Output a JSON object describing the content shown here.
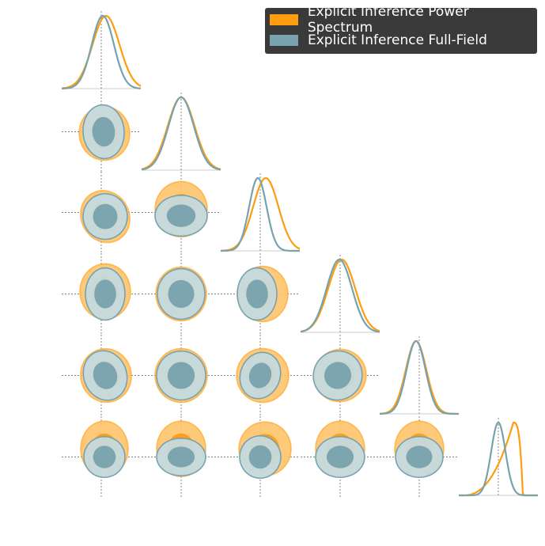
{
  "chart_data": {
    "type": "corner",
    "n_params": 6,
    "parameter_labels": [],
    "truth_lines": true,
    "grid": false,
    "legend_placement": "top-right",
    "series": [
      {
        "name": "Explicit Inference Power Spectrum",
        "color": "#ff9c0f",
        "fill": "#ffc36b"
      },
      {
        "name": "Explicit Inference Full-Field",
        "color": "#78a2ad",
        "fill": "#c5dade"
      }
    ],
    "marginals": [
      {
        "param": 1,
        "ps": {
          "mean": 0.06,
          "sd": 0.17
        },
        "ff": {
          "mean": 0.02,
          "sd": 0.14
        }
      },
      {
        "param": 2,
        "ps": {
          "mean": 0.0,
          "sd": 0.17
        },
        "ff": {
          "mean": 0.0,
          "sd": 0.16
        }
      },
      {
        "param": 3,
        "ps": {
          "mean": 0.07,
          "sd": 0.16
        },
        "ff": {
          "mean": -0.03,
          "sd": 0.11
        }
      },
      {
        "param": 4,
        "ps": {
          "mean": 0.02,
          "sd": 0.17
        },
        "ff": {
          "mean": -0.01,
          "sd": 0.16
        }
      },
      {
        "param": 5,
        "ps": {
          "mean": -0.04,
          "sd": 0.13
        },
        "ff": {
          "mean": -0.04,
          "sd": 0.12
        }
      },
      {
        "param": 6,
        "ps": {
          "shape": "left-skewed",
          "peak": 0.19,
          "low": -0.45,
          "cutoff": 0.31
        },
        "ff": {
          "mean": 0.0,
          "sd": 0.09
        }
      }
    ],
    "contour_pairs": [
      {
        "row": 2,
        "col": 1,
        "ps": {
          "cx": 0.04,
          "cy": -0.02,
          "rx": 0.32,
          "ry": 0.33,
          "rho": -0.15
        },
        "ff": {
          "cx": 0.03,
          "cy": 0.0,
          "rx": 0.26,
          "ry": 0.33,
          "rho": -0.1
        }
      },
      {
        "row": 3,
        "col": 1,
        "ps": {
          "cx": 0.05,
          "cy": -0.05,
          "rx": 0.3,
          "ry": 0.33,
          "rho": -0.9
        },
        "ff": {
          "cx": 0.05,
          "cy": -0.05,
          "rx": 0.28,
          "ry": 0.28,
          "rho": -0.9
        }
      },
      {
        "row": 3,
        "col": 2,
        "ps": {
          "cx": 0.0,
          "cy": 0.04,
          "rx": 0.33,
          "ry": 0.34,
          "rho": 0.0
        },
        "ff": {
          "cx": 0.0,
          "cy": -0.04,
          "rx": 0.33,
          "ry": 0.25,
          "rho": 0.0
        }
      },
      {
        "row": 4,
        "col": 1,
        "ps": {
          "cx": 0.05,
          "cy": 0.03,
          "rx": 0.32,
          "ry": 0.34,
          "rho": 0.0
        },
        "ff": {
          "cx": 0.05,
          "cy": 0.0,
          "rx": 0.25,
          "ry": 0.32,
          "rho": 0.0
        }
      },
      {
        "row": 4,
        "col": 2,
        "ps": {
          "cx": 0.0,
          "cy": 0.0,
          "rx": 0.32,
          "ry": 0.33,
          "rho": 0.0
        },
        "ff": {
          "cx": 0.0,
          "cy": 0.0,
          "rx": 0.3,
          "ry": 0.31,
          "rho": 0.0
        }
      },
      {
        "row": 4,
        "col": 3,
        "ps": {
          "cx": 0.03,
          "cy": 0.0,
          "rx": 0.32,
          "ry": 0.34,
          "rho": 0.0
        },
        "ff": {
          "cx": -0.04,
          "cy": 0.0,
          "rx": 0.25,
          "ry": 0.32,
          "rho": 0.0
        }
      },
      {
        "row": 5,
        "col": 1,
        "ps": {
          "cx": 0.06,
          "cy": 0.0,
          "rx": 0.32,
          "ry": 0.33,
          "rho": -0.5
        },
        "ff": {
          "cx": 0.05,
          "cy": 0.0,
          "rx": 0.27,
          "ry": 0.31,
          "rho": -0.5
        }
      },
      {
        "row": 5,
        "col": 2,
        "ps": {
          "cx": 0.0,
          "cy": 0.0,
          "rx": 0.33,
          "ry": 0.33,
          "rho": 0.0
        },
        "ff": {
          "cx": 0.0,
          "cy": 0.0,
          "rx": 0.31,
          "ry": 0.3,
          "rho": 0.0
        }
      },
      {
        "row": 5,
        "col": 3,
        "ps": {
          "cx": 0.03,
          "cy": 0.0,
          "rx": 0.33,
          "ry": 0.33,
          "rho": 0.5
        },
        "ff": {
          "cx": 0.0,
          "cy": 0.0,
          "rx": 0.25,
          "ry": 0.29,
          "rho": 0.5
        }
      },
      {
        "row": 5,
        "col": 4,
        "ps": {
          "cx": 0.0,
          "cy": 0.0,
          "rx": 0.33,
          "ry": 0.32,
          "rho": -0.4
        },
        "ff": {
          "cx": -0.03,
          "cy": 0.0,
          "rx": 0.31,
          "ry": 0.3,
          "rho": -0.4
        }
      },
      {
        "row": 6,
        "col": 1,
        "ps": {
          "cx": 0.04,
          "cy": 0.1,
          "rx": 0.3,
          "ry": 0.34,
          "rho": 0.0
        },
        "ff": {
          "cx": 0.04,
          "cy": 0.0,
          "rx": 0.26,
          "ry": 0.25,
          "rho": 0.0
        }
      },
      {
        "row": 6,
        "col": 2,
        "ps": {
          "cx": 0.0,
          "cy": 0.1,
          "rx": 0.31,
          "ry": 0.34,
          "rho": 0.0
        },
        "ff": {
          "cx": 0.0,
          "cy": 0.0,
          "rx": 0.31,
          "ry": 0.23,
          "rho": 0.0
        }
      },
      {
        "row": 6,
        "col": 3,
        "ps": {
          "cx": 0.06,
          "cy": 0.1,
          "rx": 0.33,
          "ry": 0.33,
          "rho": 0.0
        },
        "ff": {
          "cx": 0.0,
          "cy": 0.0,
          "rx": 0.26,
          "ry": 0.26,
          "rho": 0.0
        }
      },
      {
        "row": 6,
        "col": 4,
        "ps": {
          "cx": 0.0,
          "cy": 0.1,
          "rx": 0.31,
          "ry": 0.34,
          "rho": 0.0
        },
        "ff": {
          "cx": 0.0,
          "cy": 0.0,
          "rx": 0.31,
          "ry": 0.25,
          "rho": 0.0
        }
      },
      {
        "row": 6,
        "col": 5,
        "ps": {
          "cx": 0.0,
          "cy": 0.1,
          "rx": 0.31,
          "ry": 0.34,
          "rho": 0.0
        },
        "ff": {
          "cx": 0.0,
          "cy": 0.0,
          "rx": 0.3,
          "ry": 0.25,
          "rho": 0.0
        }
      }
    ]
  }
}
